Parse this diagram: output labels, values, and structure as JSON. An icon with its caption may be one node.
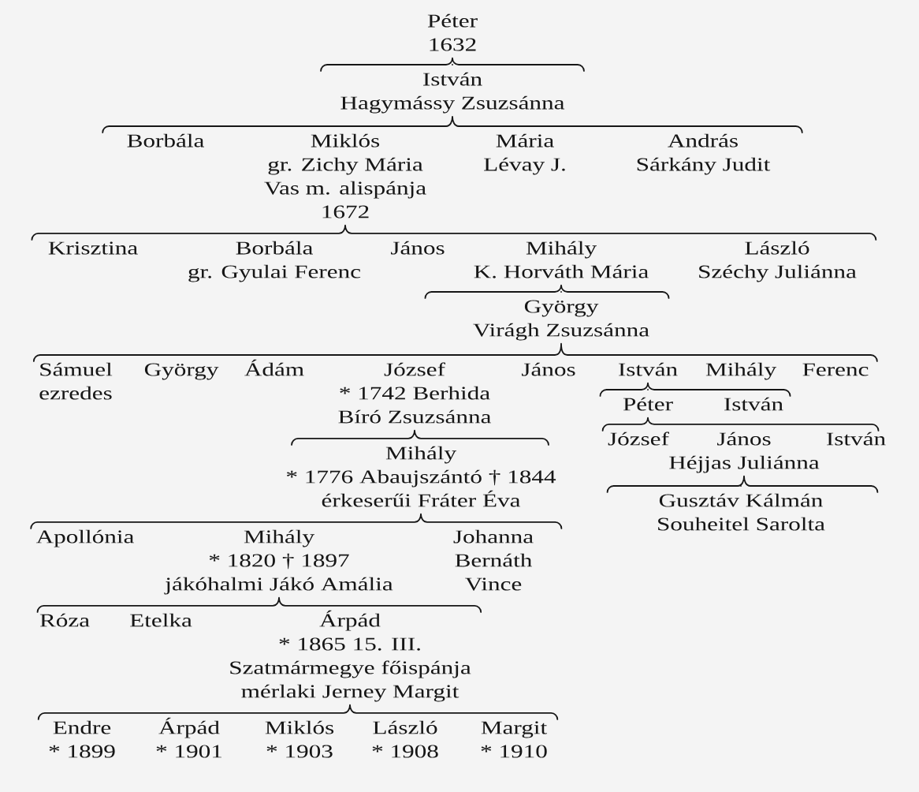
{
  "diagram": {
    "nodes": [
      {
        "text": [
          "Péter",
          "1632"
        ]
      },
      {
        "text": [
          "István",
          "Hagymássy Zsuzsánna"
        ]
      },
      {
        "text": [
          "Borbála"
        ]
      },
      {
        "text": [
          "Miklós",
          "gr. Zichy Mária",
          "Vas m. alispánja",
          "1672"
        ]
      },
      {
        "text": [
          "Mária",
          "Lévay J."
        ]
      },
      {
        "text": [
          "András",
          "Sárkány Judit"
        ]
      },
      {
        "text": [
          "Krisztina"
        ]
      },
      {
        "text": [
          "Borbála",
          "gr. Gyulai Ferenc"
        ]
      },
      {
        "text": [
          "János"
        ]
      },
      {
        "text": [
          "Mihály",
          "K. Horváth Mária"
        ]
      },
      {
        "text": [
          "László",
          "Széchy Juliánna"
        ]
      },
      {
        "text": [
          "György",
          "Virágh Zsuzsánna"
        ]
      },
      {
        "text": [
          "Sámuel",
          "ezredes"
        ]
      },
      {
        "text": [
          "György"
        ]
      },
      {
        "text": [
          "Ádám"
        ]
      },
      {
        "text": [
          "József",
          "* 1742 Berhida",
          "Bíró Zsuzsánna"
        ]
      },
      {
        "text": [
          "János"
        ]
      },
      {
        "text": [
          "István"
        ]
      },
      {
        "text": [
          "Mihály"
        ]
      },
      {
        "text": [
          "Ferenc"
        ]
      },
      {
        "text": [
          "Péter"
        ]
      },
      {
        "text": [
          "István"
        ]
      },
      {
        "text": [
          "József"
        ]
      },
      {
        "text": [
          "János",
          "Héjjas Juliánna"
        ]
      },
      {
        "text": [
          "István"
        ]
      },
      {
        "text": [
          "Mihály",
          "* 1776 Abaujszántó † 1844",
          "érkeserűi Fráter Éva"
        ]
      },
      {
        "text": [
          "Gusztáv Kálmán",
          "Souheitel Sarolta"
        ]
      },
      {
        "text": [
          "Apollónia"
        ]
      },
      {
        "text": [
          "Mihály",
          "* 1820 † 1897",
          "jákóhalmi Jákó Amália"
        ]
      },
      {
        "text": [
          "Johanna",
          "Bernáth Vince"
        ]
      },
      {
        "text": [
          "Róza"
        ]
      },
      {
        "text": [
          "Etelka"
        ]
      },
      {
        "text": [
          "Árpád",
          "* 1865 15. III.",
          "Szatmármegye főispánja",
          "mérlaki Jerney Margit"
        ]
      },
      {
        "text": [
          "Endre",
          "* 1899"
        ]
      },
      {
        "text": [
          "Árpád",
          "* 1901"
        ]
      },
      {
        "text": [
          "Miklós",
          "* 1903"
        ]
      },
      {
        "text": [
          "László",
          "* 1908"
        ]
      },
      {
        "text": [
          "Margit",
          "* 1910"
        ]
      }
    ],
    "edges": [
      {
        "from": 0,
        "to": 1,
        "arrow": "none"
      },
      {
        "from": 1,
        "to": 2,
        "arrow": "none"
      },
      {
        "from": 1,
        "to": 3,
        "arrow": "none"
      },
      {
        "from": 1,
        "to": 4,
        "arrow": "none"
      },
      {
        "from": 1,
        "to": 5,
        "arrow": "none"
      },
      {
        "from": 3,
        "to": 6,
        "arrow": "none"
      },
      {
        "from": 3,
        "to": 7,
        "arrow": "none"
      },
      {
        "from": 3,
        "to": 8,
        "arrow": "none"
      },
      {
        "from": 3,
        "to": 9,
        "arrow": "none"
      },
      {
        "from": 3,
        "to": 10,
        "arrow": "none"
      },
      {
        "from": 9,
        "to": 11,
        "arrow": "none"
      },
      {
        "from": 11,
        "to": 12,
        "arrow": "none"
      },
      {
        "from": 11,
        "to": 13,
        "arrow": "none"
      },
      {
        "from": 11,
        "to": 14,
        "arrow": "none"
      },
      {
        "from": 11,
        "to": 15,
        "arrow": "none"
      },
      {
        "from": 11,
        "to": 16,
        "arrow": "none"
      },
      {
        "from": 11,
        "to": 17,
        "arrow": "none"
      },
      {
        "from": 11,
        "to": 18,
        "arrow": "none"
      },
      {
        "from": 11,
        "to": 19,
        "arrow": "none"
      },
      {
        "from": 17,
        "to": 20,
        "arrow": "none"
      },
      {
        "from": 17,
        "to": 21,
        "arrow": "none"
      },
      {
        "from": 20,
        "to": 22,
        "arrow": "none"
      },
      {
        "from": 20,
        "to": 23,
        "arrow": "none"
      },
      {
        "from": 20,
        "to": 24,
        "arrow": "none"
      },
      {
        "from": 23,
        "to": 26,
        "arrow": "none"
      },
      {
        "from": 15,
        "to": 25,
        "arrow": "none"
      },
      {
        "from": 25,
        "to": 27,
        "arrow": "none"
      },
      {
        "from": 25,
        "to": 28,
        "arrow": "none"
      },
      {
        "from": 25,
        "to": 29,
        "arrow": "none"
      },
      {
        "from": 28,
        "to": 30,
        "arrow": "none"
      },
      {
        "from": 28,
        "to": 31,
        "arrow": "none"
      },
      {
        "from": 28,
        "to": 32,
        "arrow": "none"
      },
      {
        "from": 32,
        "to": 33,
        "arrow": "none"
      },
      {
        "from": 32,
        "to": 34,
        "arrow": "none"
      },
      {
        "from": 32,
        "to": 35,
        "arrow": "none"
      },
      {
        "from": 32,
        "to": 36,
        "arrow": "none"
      },
      {
        "from": 32,
        "to": 37,
        "arrow": "none"
      }
    ]
  }
}
